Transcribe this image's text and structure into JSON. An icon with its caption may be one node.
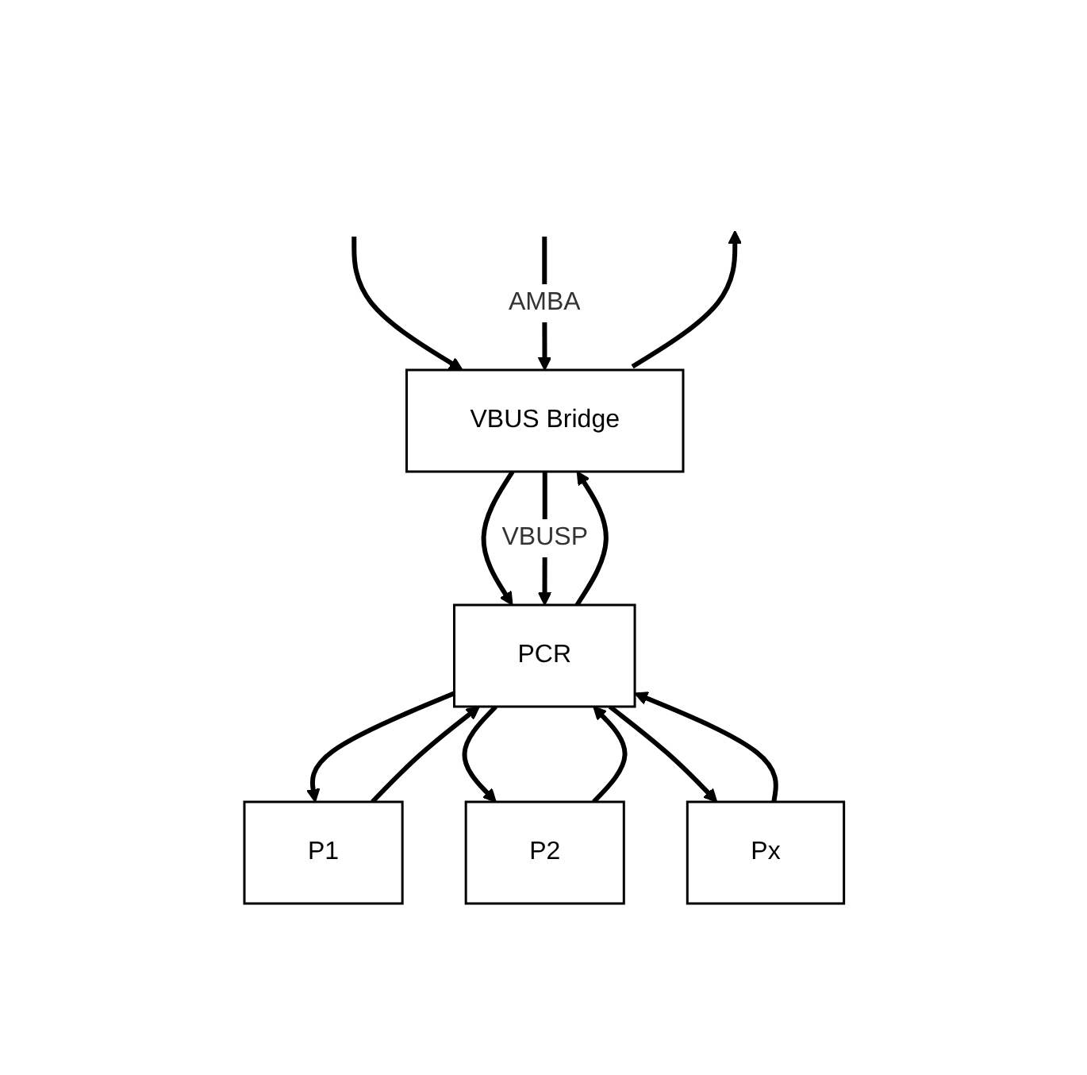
{
  "diagram": {
    "nodes": [
      {
        "text": [
          "VBUS Bridge"
        ]
      },
      {
        "text": [
          "PCR"
        ]
      },
      {
        "text": [
          "P1"
        ]
      },
      {
        "text": [
          "P2"
        ]
      },
      {
        "text": [
          "Px"
        ]
      }
    ],
    "edges": [
      {
        "from": null,
        "to": 0,
        "arrow": "to"
      },
      {
        "from": null,
        "to": 0,
        "arrow": "to",
        "label": "AMBA"
      },
      {
        "from": 0,
        "to": null,
        "arrow": "to"
      },
      {
        "from": 0,
        "to": 1,
        "arrow": "to"
      },
      {
        "from": 0,
        "to": 1,
        "arrow": "to",
        "label": "VBUSP"
      },
      {
        "from": 1,
        "to": 0,
        "arrow": "to"
      },
      {
        "from": 1,
        "to": 2,
        "arrow": "to"
      },
      {
        "from": 2,
        "to": 1,
        "arrow": "to"
      },
      {
        "from": 1,
        "to": 3,
        "arrow": "to"
      },
      {
        "from": 3,
        "to": 1,
        "arrow": "to"
      },
      {
        "from": 1,
        "to": 4,
        "arrow": "to"
      },
      {
        "from": 4,
        "to": 1,
        "arrow": "to"
      }
    ]
  }
}
